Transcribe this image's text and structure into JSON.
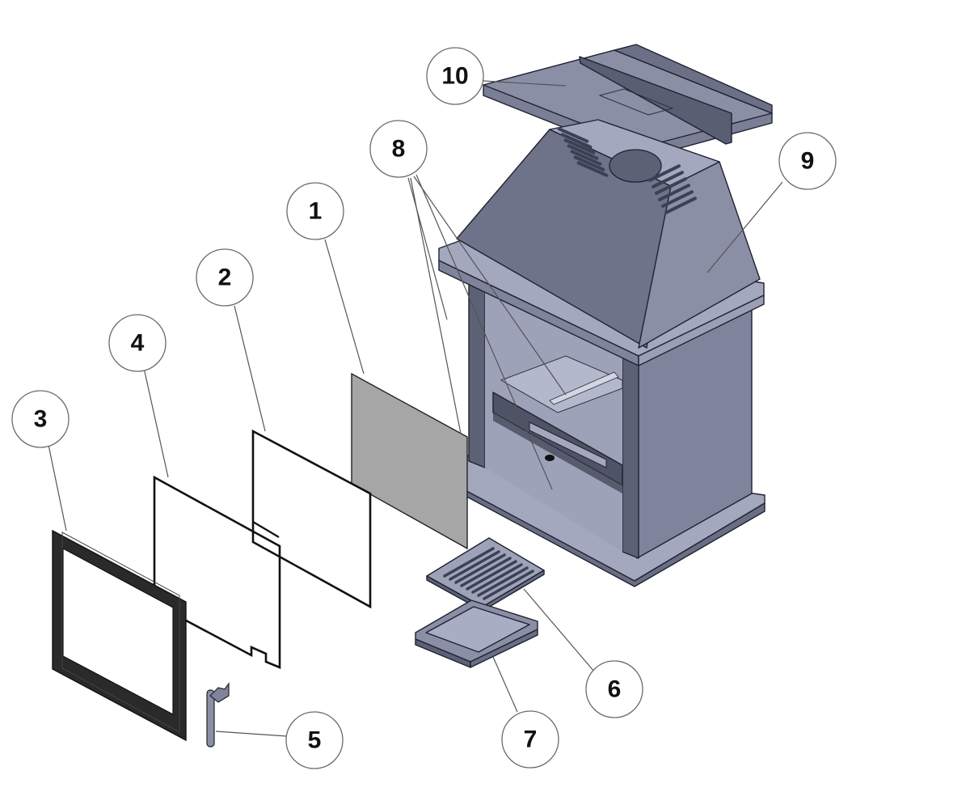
{
  "diagram": {
    "type": "exploded-parts-view",
    "subject": "stove",
    "colors": {
      "metal_light": "#a3a8bf",
      "metal_mid": "#7f849c",
      "metal_dark": "#5d6176",
      "metal_shadow": "#4b4e60",
      "glass": "#a6a6a6",
      "frame": "#2a2a2a",
      "edge": "#1f2230"
    },
    "parts": [
      {
        "number": "1",
        "part": "glass-panel"
      },
      {
        "number": "2",
        "part": "glass-gasket-inner"
      },
      {
        "number": "3",
        "part": "door-frame"
      },
      {
        "number": "4",
        "part": "door-gasket"
      },
      {
        "number": "5",
        "part": "door-handle"
      },
      {
        "number": "6",
        "part": "grate"
      },
      {
        "number": "7",
        "part": "ash-tray"
      },
      {
        "number": "8",
        "part": "fasteners"
      },
      {
        "number": "9",
        "part": "stove-body"
      },
      {
        "number": "10",
        "part": "top-deflector-plate"
      }
    ]
  }
}
